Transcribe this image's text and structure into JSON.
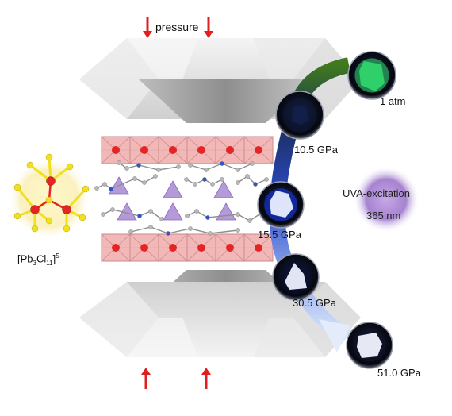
{
  "labels": {
    "pressure": "pressure",
    "formula": {
      "base": "[Pb",
      "sub1": "3",
      "mid": "Cl",
      "sub2": "11",
      "close": "]",
      "sup": "5-"
    },
    "uva": "UVA-excitation",
    "wavelength": "365 nm"
  },
  "samples": [
    {
      "pressure": "1 atm",
      "glow": "#38e07a",
      "crystal": "#2fd46a"
    },
    {
      "pressure": "10.5 GPa",
      "glow": "#0e1a3a",
      "crystal": "#12204a"
    },
    {
      "pressure": "15.5 GPa",
      "glow": "#1a3cff",
      "crystal": "#e9eeff"
    },
    {
      "pressure": "30.5 GPa",
      "glow": "#0a0f2e",
      "crystal": "#eef0ff"
    },
    {
      "pressure": "51.0 GPa",
      "glow": "#101428",
      "crystal": "#f2f4ff"
    }
  ],
  "colors": {
    "arrow_red": "#e02020",
    "anvil": "#e4e4e4",
    "octahedron": "#f2b8b8",
    "tetrahedron": "#b49ad8",
    "lead_atom": "#e52424",
    "chlorine_atom": "#f0e020",
    "uv_glow": "#9b6fc8",
    "path_green": "#3f7a1e",
    "path_blue": "#2a3fa8"
  }
}
